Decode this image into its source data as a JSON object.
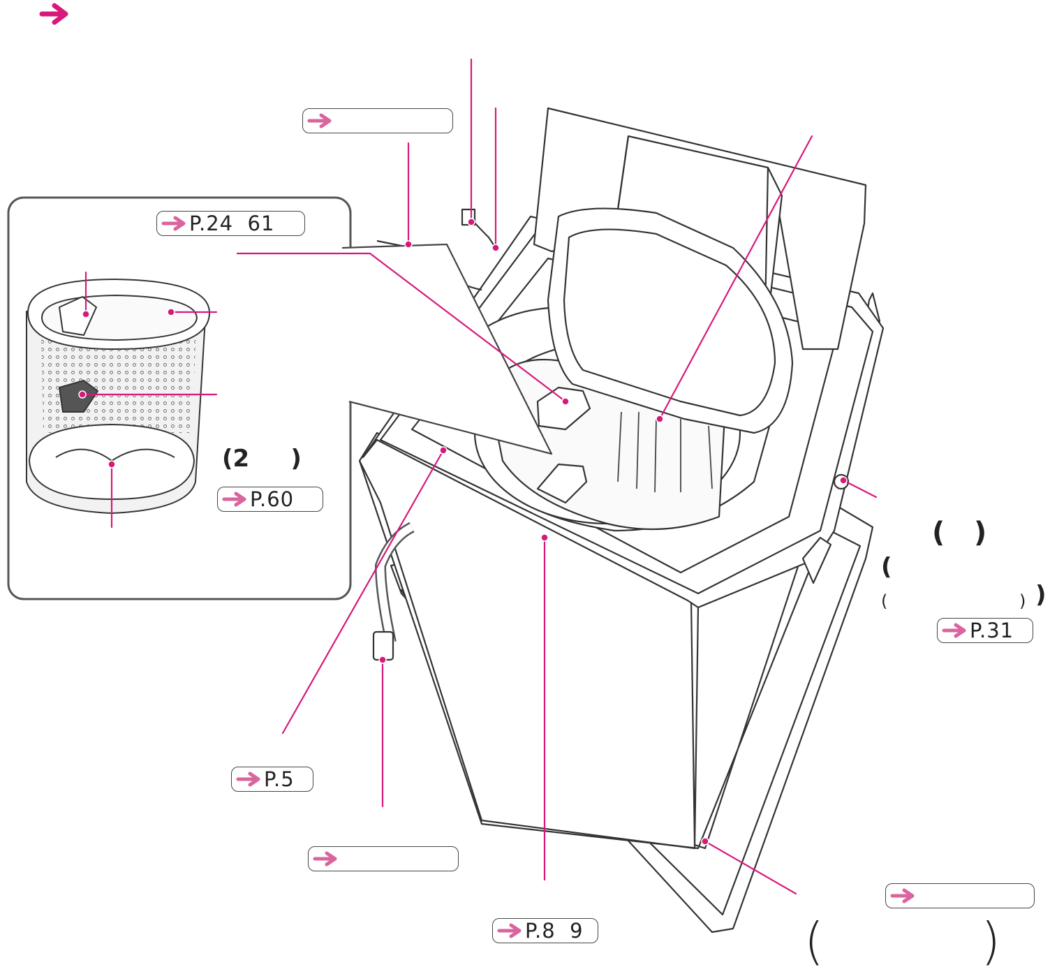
{
  "figure": {
    "top_arrow_icon": "right-arrow-icon",
    "accent_color": "#d6197a",
    "arrow_color": "#d9649e",
    "badges": [
      {
        "id": "badge-top-left",
        "label": ""
      },
      {
        "id": "badge-inset-p24",
        "label": "P.24  61"
      },
      {
        "id": "badge-inset-p60",
        "label": "P.60"
      },
      {
        "id": "badge-right-p31",
        "label": "P.31"
      },
      {
        "id": "badge-p5",
        "label": "P.5"
      },
      {
        "id": "badge-bottom-left",
        "label": ""
      },
      {
        "id": "badge-p8",
        "label": "P.8  9"
      },
      {
        "id": "badge-bottom-right",
        "label": ""
      }
    ],
    "labels": {
      "inset_count": "(2     )",
      "right_paren_pair": "(   )",
      "right_open_paren": "(",
      "right_close_paren": ")",
      "right_small_open": "(",
      "right_small_close": ")",
      "bottom_open_paren": "(",
      "bottom_close_paren": ")"
    }
  }
}
